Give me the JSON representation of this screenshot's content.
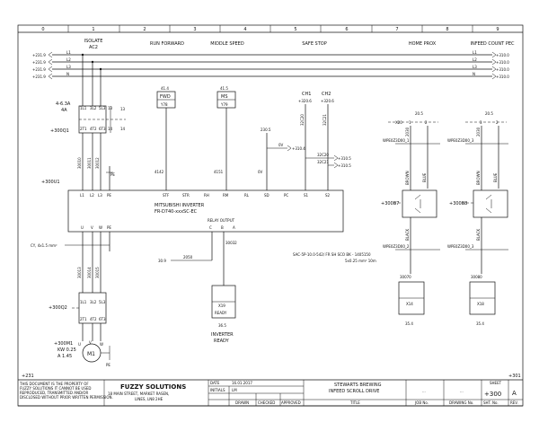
{
  "columns": [
    "0",
    "1",
    "2",
    "3",
    "4",
    "5",
    "6",
    "7",
    "8",
    "9"
  ],
  "headings": {
    "isolate": "ISOLATE",
    "isolate_sub": "AC2",
    "run_forward": "RUN FORWARD",
    "middle_speed": "MIDDLE SPEED",
    "safe_stop": "SAFE STOP",
    "home_prox": "HOME PROX",
    "infeed_count_pec": "INFEED COUNT PEC"
  },
  "bus": [
    {
      "left": "+231.9",
      "name": "L1",
      "right": "+310.0"
    },
    {
      "left": "+231.9",
      "name": "L2",
      "right": "+310.0"
    },
    {
      "left": "+231.9",
      "name": "L3",
      "right": "+310.0"
    },
    {
      "left": "+231.9",
      "name": "N",
      "right": "+310.0"
    }
  ],
  "breaker": {
    "rating": "4-6.3A",
    "setting": "4A",
    "tag": "+300Q1",
    "terms_top": [
      "1L1",
      "3L2",
      "5L3",
      "13"
    ],
    "terms_bottom": [
      "2T1",
      "4T2",
      "6T3",
      "14"
    ],
    "aux_top": "13",
    "aux_bottom": "14",
    "wires": [
      "30010",
      "30011",
      "30012"
    ],
    "pe": "PE"
  },
  "relays": [
    {
      "ref": "41.4",
      "name": "FWD",
      "coil": "Y78",
      "wire": "4142"
    },
    {
      "ref": "41.5",
      "name": "MS",
      "coil": "Y79",
      "wire": "4151"
    }
  ],
  "safe_stop": {
    "ch1": "CH1",
    "ch2": "CH2",
    "ref1": "+320.6",
    "ref2": "+320.6",
    "w1": "32C20",
    "w2": "32C21",
    "sd_ref": "230.5",
    "ov_label": "0V",
    "ov_ref": "+310.4",
    "s1_label": "32C20",
    "s1_ref": "+310.5",
    "s2_label": "32C21",
    "s2_ref": "+310.5",
    "ov_term": "0V"
  },
  "inverter": {
    "tag": "+300U1",
    "line1": "MITSUBISHI INVERTER",
    "line2": "FR-D740-xxxSC-EC",
    "top_terms": [
      "L1",
      "L2",
      "L3",
      "PE",
      "STF",
      "STR",
      "RH",
      "RM",
      "RL",
      "SD",
      "PC",
      "S1",
      "S2"
    ],
    "bottom_terms": [
      "U",
      "V",
      "W",
      "PE"
    ],
    "relay_output": "RELAY OUTPUT",
    "relay_terms": [
      "C",
      "B",
      "A"
    ]
  },
  "motor_cable": {
    "spec": "CY, 4x1.5 mm²",
    "wires": [
      "30013",
      "30014",
      "30015"
    ]
  },
  "relay_out": {
    "ref": "30.9",
    "wire1": "2050",
    "wire2": "30032",
    "coil": "X19",
    "coil_label": "READY",
    "ref2": "36.5",
    "caption1": "INVERTER",
    "caption2": "READY"
  },
  "isolator2": {
    "tag": "+300Q2",
    "top": [
      "1L1",
      "3L2",
      "5L3"
    ],
    "bottom": [
      "2T1",
      "4T2",
      "6T3"
    ]
  },
  "motor": {
    "tag": "+300M1",
    "kw": "KW 0.25",
    "a": "A 1.45",
    "name": "M1",
    "terms": [
      "U",
      "V",
      "W"
    ],
    "pe": "PE"
  },
  "prox": [
    {
      "ref": "20.5",
      "term": "X20",
      "t1": "1",
      "t2": "2",
      "conn_top": "WPE0Z3D00_1",
      "conn_bot": "WPE0Z3D00_2",
      "tag": "+300B7",
      "w1": "BROWN",
      "w2": "BLUE",
      "w3": "BLACK",
      "wire": "30070",
      "coil": "X14",
      "ref2": "35.4",
      "num": "2030"
    },
    {
      "ref": "20.5",
      "term": "X20",
      "t1": "3",
      "t2": "2",
      "conn_top": "WPE0Z3D00_3",
      "conn_bot": "WPE0Z3D00_3",
      "tag": "+300B8",
      "w1": "BROWN",
      "w2": "BLUE",
      "w3": "BLACK",
      "wire": "30080",
      "coil": "X18",
      "ref2": "35.4",
      "num": "2030"
    }
  ],
  "cable_spec1": "SAC-5P-10.0-542/ FR SH SCO BK - 1405150",
  "cable_spec2": "5x0.25 mm² 10m",
  "page_left": "+231",
  "page_right": "+301",
  "title_block": {
    "notice": [
      "THIS DOCUMENT IS THE PROPERTY OF",
      "FUZZY SOLUTIONS IT CANNOT BE USED",
      "REPRODUCED, TRANSMITTED AND/OR",
      "DISCLOSED WITHOUT PRIOR WRITTEN PERMISSION."
    ],
    "company": "FUZZY SOLUTIONS",
    "addr1": "18 MAIN STREET, MARKET RASEN,",
    "addr2": "LINES, LN8 2HE",
    "date_label": "DATE",
    "date": "16.01.2017",
    "initials_label": "INITIALS",
    "initials": "LM",
    "drawn": "DRAWN",
    "checked": "CHECKED",
    "approved": "APPROVED",
    "proj1": "STEWARTS BREWING",
    "proj2": "INFEED SCROLL DRIVE",
    "title": "TITLE",
    "job": "JOB No.",
    "drawing": "DRAWING No.",
    "sht": "SHT. No.",
    "rev_label": "REV.",
    "sheet_label": "SHEET",
    "sheet": "+300",
    "rev": "A",
    "dash1": "...",
    "dash2": "..."
  }
}
